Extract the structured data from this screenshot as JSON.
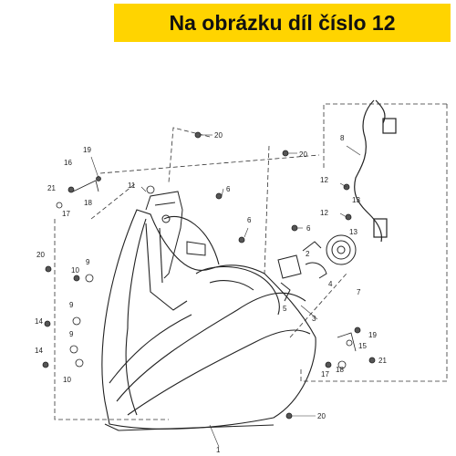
{
  "banner": {
    "text": "Na obrázku díl číslo 12",
    "background": "#ffd400"
  },
  "callouts": {
    "c1": "1",
    "c2": "2",
    "c3": "3",
    "c4": "4",
    "c5": "5",
    "c6a": "6",
    "c6b": "6",
    "c6c": "6",
    "c6d": "6",
    "c7": "7",
    "c8": "8",
    "c9a": "9",
    "c9b": "9",
    "c9c": "9",
    "c10a": "10",
    "c10b": "10",
    "c11": "11",
    "c12a": "12",
    "c12b": "12",
    "c13a": "13",
    "c13b": "13",
    "c14a": "14",
    "c14b": "14",
    "c15": "15",
    "c16": "16",
    "c17a": "17",
    "c17b": "17",
    "c18a": "18",
    "c18b": "18",
    "c19a": "19",
    "c19b": "19",
    "c20a": "20",
    "c20b": "20",
    "c20c": "20",
    "c20d": "20",
    "c21a": "21",
    "c21b": "21"
  }
}
